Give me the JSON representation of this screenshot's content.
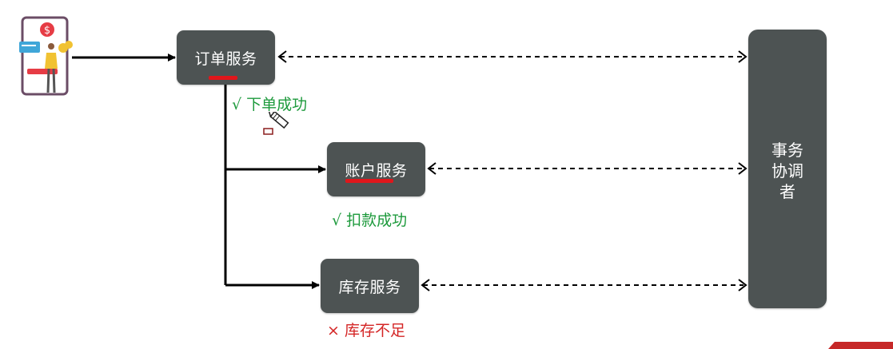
{
  "nodes": {
    "order_service": "订单服务",
    "account_service": "账户服务",
    "inventory_service": "库存服务",
    "coordinator": "事务\n协调\n者"
  },
  "statuses": {
    "order": "√ 下单成功",
    "account": "√ 扣款成功",
    "inventory": "× 库存不足"
  },
  "colors": {
    "node_fill": "#4d5353",
    "success": "#1d9a3c",
    "failure": "#d42525",
    "highlight_underline": "#e0161b"
  },
  "icons": {
    "user": "user-with-phone-payment-icon",
    "cursor": "pen-cursor-icon"
  }
}
